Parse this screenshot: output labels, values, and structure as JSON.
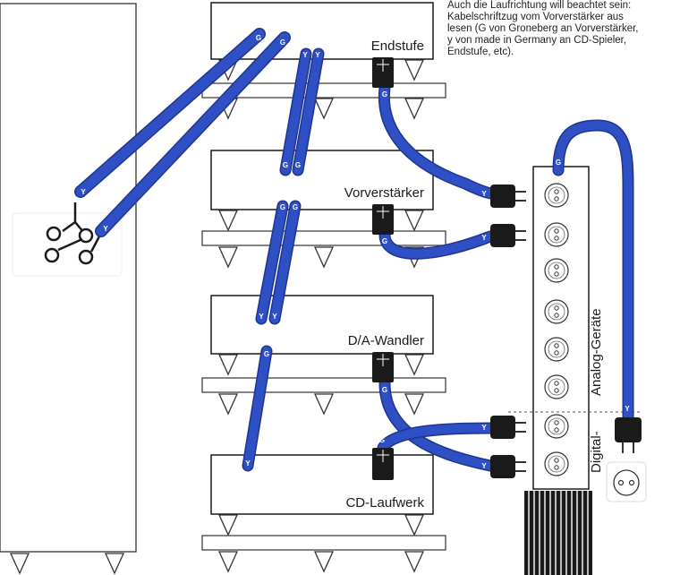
{
  "note": {
    "lines": [
      "Auch die Laufrichtung will beachtet sein:",
      "Kabelschriftzug vom Vorverstärker aus",
      "lesen (G von Groneberg an Vorverstärker,",
      "y von made in Germany an CD-Spieler,",
      "Endstufe, etc)."
    ]
  },
  "components": {
    "endstufe": "Endstufe",
    "vorverstaerker": "Vorverstärker",
    "da_wandler": "D/A-Wandler",
    "cd_laufwerk": "CD-Laufwerk"
  },
  "power_strip": {
    "analog_label": "Analog-Geräte",
    "digital_label": "Digital-"
  },
  "cable_marks": {
    "g": "G",
    "y": "Y"
  },
  "colors": {
    "cable": "#2f4fc4",
    "cable_outline": "#1e3590",
    "plug": "#1a1a1a",
    "line": "#333333"
  }
}
